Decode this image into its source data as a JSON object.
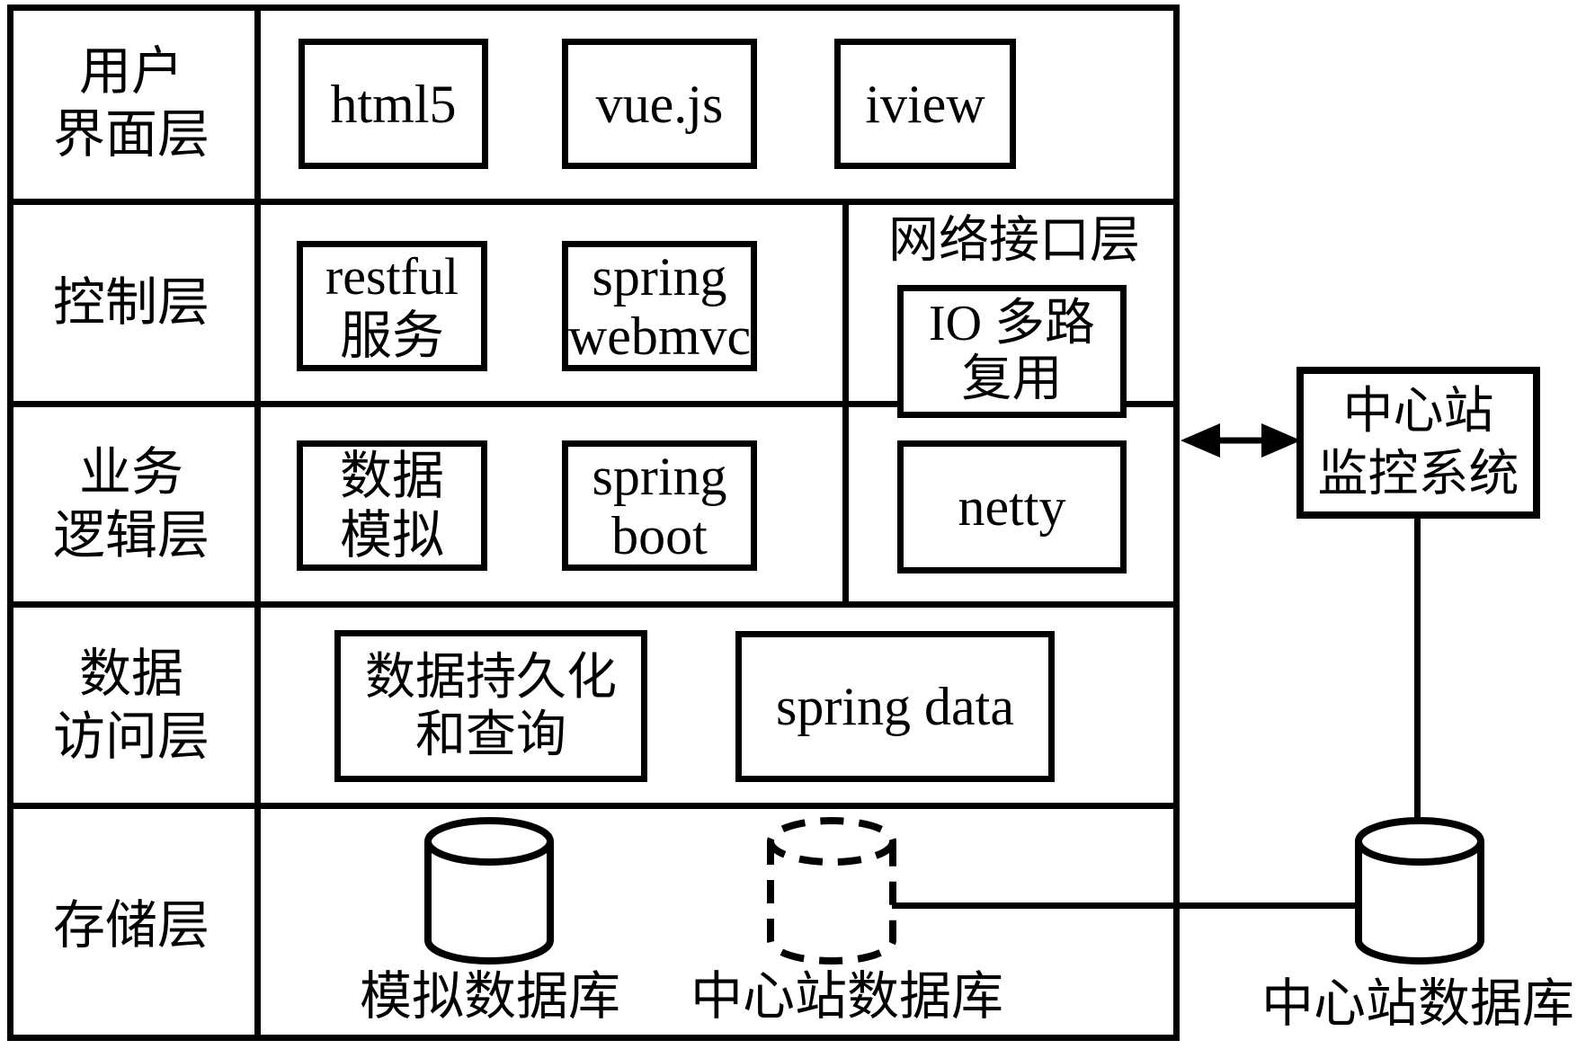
{
  "row_labels": {
    "ui": [
      "用户",
      "界面层"
    ],
    "control": [
      "控制层"
    ],
    "business": [
      "业务",
      "逻辑层"
    ],
    "data_access": [
      "数据",
      "访问层"
    ],
    "storage": [
      "存储层"
    ]
  },
  "boxes": {
    "html5": "html5",
    "vuejs": "vue.js",
    "iview": "iview",
    "restful": [
      "restful",
      "服务"
    ],
    "spring_webmvc": [
      "spring",
      "webmvc"
    ],
    "data_simulation": [
      "数据",
      "模拟"
    ],
    "spring_boot": [
      "spring",
      "boot"
    ],
    "persistence": [
      "数据持久化",
      "和查询"
    ],
    "spring_data": "spring data"
  },
  "network_panel": {
    "title": "网络接口层",
    "io_multiplexing": [
      "IO 多路",
      "复用"
    ],
    "netty": "netty"
  },
  "external": {
    "monitor_system": [
      "中心站",
      "监控系统"
    ],
    "central_db_label": "中心站数据库"
  },
  "storage": {
    "sim_db_label": "模拟数据库",
    "central_db_label": "中心站数据库"
  },
  "colors": {
    "line": "#000000",
    "background": "#ffffff"
  }
}
